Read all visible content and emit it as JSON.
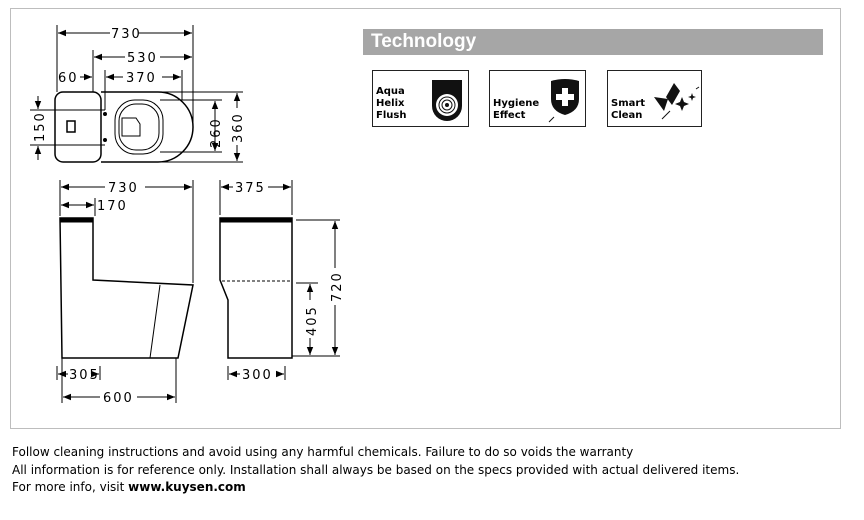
{
  "technology": {
    "title": "Technology",
    "badges": [
      {
        "label": "Aqua\nHelix\nFlush",
        "icon": "aqua-helix-flush-icon"
      },
      {
        "label": "Hygiene\nEffect",
        "icon": "hygiene-shield-icon"
      },
      {
        "label": "Smart\nClean",
        "icon": "smart-clean-sparkle-icon"
      }
    ]
  },
  "drawing": {
    "top_view": {
      "overall_length": "730",
      "bowl_length": "530",
      "tank_offset": "60",
      "seat_length": "370",
      "fixing_spacing": "150",
      "seat_width": "260",
      "overall_width": "360"
    },
    "side_view": {
      "overall_length": "730",
      "tank_depth": "170",
      "outlet_distance": "305",
      "base_length": "600"
    },
    "front_view": {
      "width": "375",
      "height": "720",
      "seat_height": "405",
      "base_width": "300"
    }
  },
  "footer": {
    "line1": "Follow cleaning instructions and avoid using any harmful chemicals. Failure to do so voids the warranty",
    "line2": "All information is for reference only. Installation shall always be based on the specs provided with actual delivered items.",
    "line3_prefix": "For more info, visit ",
    "line3_link": "www.kuysen.com"
  }
}
